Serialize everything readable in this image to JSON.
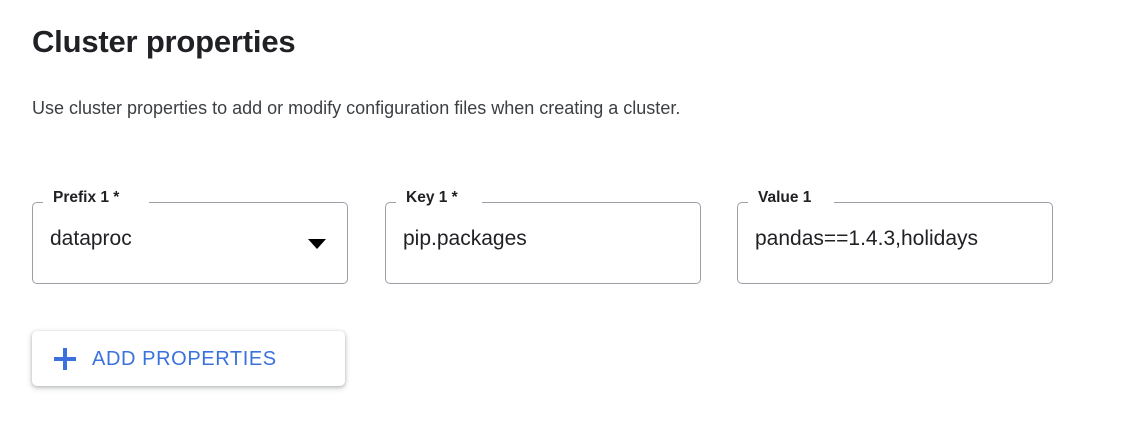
{
  "header": {
    "title": "Cluster properties",
    "subtitle": "Use cluster properties to add or modify configuration files when creating a cluster."
  },
  "form": {
    "fields": [
      {
        "name": "prefix",
        "label": "Prefix 1 *",
        "value": "dataproc",
        "control": "select",
        "icon": "chevron-down-icon"
      },
      {
        "name": "key",
        "label": "Key 1 *",
        "value": "pip.packages",
        "control": "text"
      },
      {
        "name": "value",
        "label": "Value 1",
        "value": "pandas==1.4.3,holidays",
        "control": "text"
      }
    ]
  },
  "actions": {
    "add_properties": {
      "label": "ADD PROPERTIES",
      "icon": "plus-icon"
    }
  },
  "colors": {
    "accent_blue": "#3b71dd",
    "text_primary": "#202124",
    "text_secondary": "#3c4043",
    "field_border": "#9aa0a6",
    "background": "#ffffff"
  }
}
